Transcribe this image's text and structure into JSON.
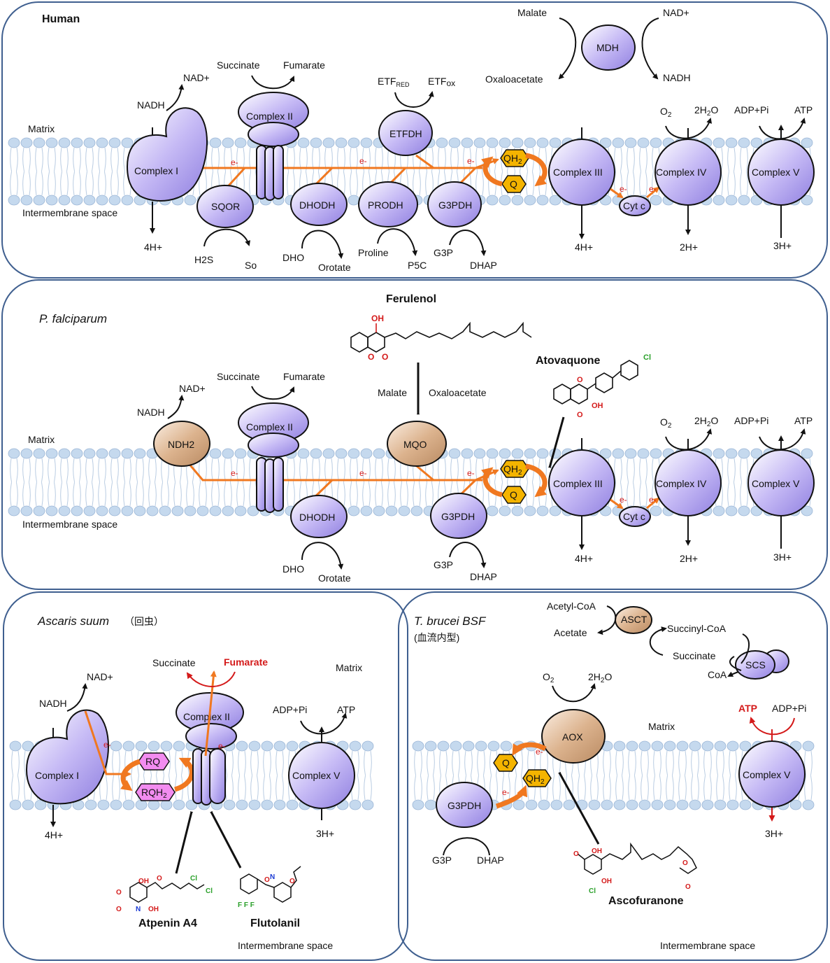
{
  "panels": {
    "human": {
      "title": "Human",
      "matrix": "Matrix",
      "ims": "Intermembrane space",
      "complex1": "Complex I",
      "complex2": "Complex II",
      "complex3": "Complex III",
      "complex4": "Complex IV",
      "complex5": "Complex V",
      "sqor": "SQOR",
      "dhodh": "DHODH",
      "prodh": "PRODH",
      "g3pdh": "G3PDH",
      "etfdh": "ETFDH",
      "mdh": "MDH",
      "cytc": "Cyt c",
      "qh2": "QH2",
      "q": "Q",
      "e": "e-",
      "nadh": "NADH",
      "nad": "NAD+",
      "succinate": "Succinate",
      "fumarate": "Fumarate",
      "etfred": "ETFRED",
      "etfox": "ETFox",
      "malate": "Malate",
      "oxaloacetate": "Oxaloacetate",
      "o2": "O2",
      "h2o": "2H2O",
      "adp": "ADP+Pi",
      "atp": "ATP",
      "h4a": "4H+",
      "h4b": "4H+",
      "h2": "2H+",
      "h3": "3H+",
      "h2s": "H2S",
      "so": "So",
      "dho": "DHO",
      "orotate": "Orotate",
      "proline": "Proline",
      "p5c": "P5C",
      "g3p": "G3P",
      "dhap": "DHAP"
    },
    "pf": {
      "title": "P. falciparum",
      "ferulenol": "Ferulenol",
      "atovaquone": "Atovaquone",
      "matrix": "Matrix",
      "ims": "Intermembrane space",
      "ndh2": "NDH2",
      "complex2": "Complex II",
      "mqo": "MQO",
      "dhodh": "DHODH",
      "g3pdh": "G3PDH",
      "complex3": "Complex III",
      "complex4": "Complex IV",
      "complex5": "Complex V",
      "cytc": "Cyt c",
      "qh2": "QH2",
      "q": "Q",
      "nadh": "NADH",
      "nad": "NAD+",
      "succinate": "Succinate",
      "fumarate": "Fumarate",
      "malate": "Malate",
      "oxaloacetate": "Oxaloacetate",
      "o2": "O2",
      "h2o": "2H2O",
      "adp": "ADP+Pi",
      "atp": "ATP",
      "h4": "4H+",
      "h2": "2H+",
      "h3": "3H+",
      "dho": "DHO",
      "orotate": "Orotate",
      "g3p": "G3P",
      "dhap": "DHAP"
    },
    "ascaris": {
      "title": "Ascaris suum",
      "title_jp": "（回虫）",
      "matrix": "Matrix",
      "ims": "Intermembrane space",
      "complex1": "Complex I",
      "complex2": "Complex II",
      "complex5": "Complex V",
      "rq": "RQ",
      "rqh2": "RQH2",
      "nadh": "NADH",
      "nad": "NAD+",
      "succinate": "Succinate",
      "fumarate": "Fumarate",
      "adp": "ADP+Pi",
      "atp": "ATP",
      "h4": "4H+",
      "h3": "3H+",
      "atpenin": "Atpenin A4",
      "flutolanil": "Flutolanil"
    },
    "tbrucei": {
      "title": "T. brucei  BSF",
      "title_jp": "(血流内型)",
      "matrix": "Matrix",
      "ims": "Intermembrane space",
      "asct": "ASCT",
      "scs": "SCS",
      "aox": "AOX",
      "g3pdh": "G3PDH",
      "complex5": "Complex V",
      "q": "Q",
      "qh2": "QH2",
      "acetylcoa": "Acetyl-CoA",
      "acetate": "Acetate",
      "succinylcoa": "Succinyl-CoA",
      "succinate": "Succinate",
      "coa": "CoA",
      "o2": "O2",
      "h2o": "2H2O",
      "atp": "ATP",
      "adp": "ADP+Pi",
      "h3": "3H+",
      "g3p": "G3P",
      "dhap": "DHAP",
      "ascofuranone": "Ascofuranone"
    }
  },
  "colors": {
    "border": "#3f5f8f",
    "purple": "#b3a4ef",
    "tan": "#d7ab85",
    "orange": "#f07820",
    "quinone": "#f4b400",
    "rq": "#f28cf0",
    "lipid": "#c5d9ee",
    "red": "#d41a1a"
  }
}
